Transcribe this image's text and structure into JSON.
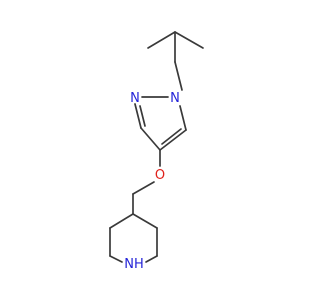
{
  "molecule": {
    "atoms": {
      "n_pyrazole_1": "N",
      "n_pyrazole_2": "N",
      "o_ether": "O",
      "n_piperidine": "NH"
    }
  },
  "colors": {
    "bond": "#3a3a3a",
    "nitrogen": "#2424d8",
    "oxygen": "#e0201a",
    "background": "#ffffff"
  }
}
